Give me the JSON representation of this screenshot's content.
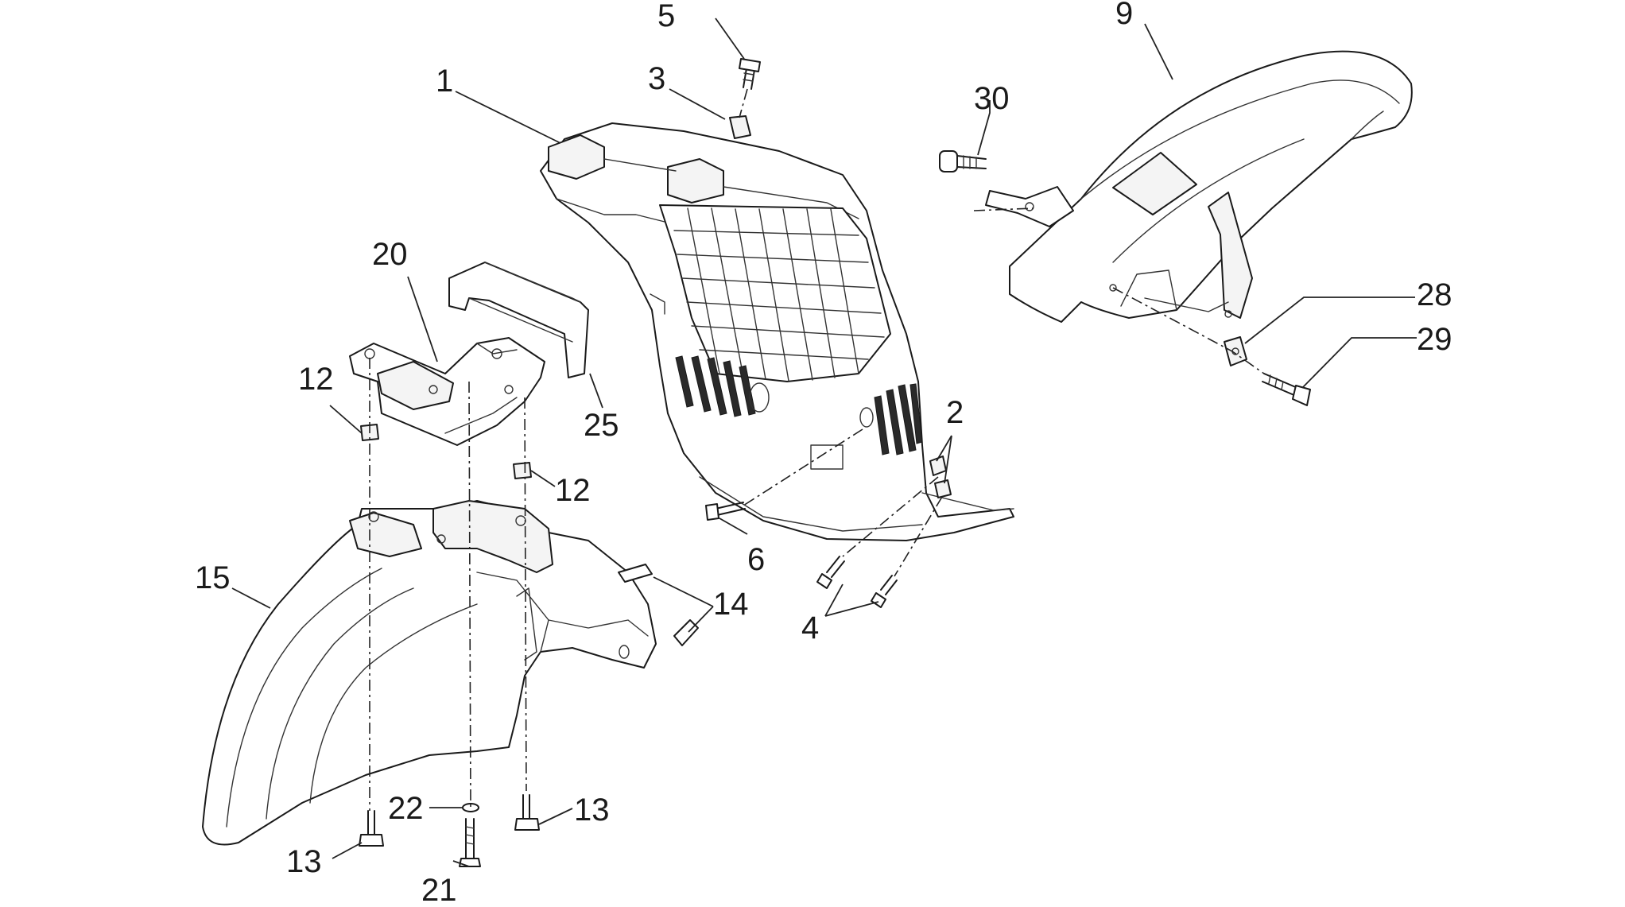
{
  "callouts": [
    {
      "id": "c1",
      "label": "1"
    },
    {
      "id": "c2",
      "label": "2"
    },
    {
      "id": "c3",
      "label": "3"
    },
    {
      "id": "c4",
      "label": "4"
    },
    {
      "id": "c5",
      "label": "5"
    },
    {
      "id": "c6",
      "label": "6"
    },
    {
      "id": "c9",
      "label": "9"
    },
    {
      "id": "c12a",
      "label": "12"
    },
    {
      "id": "c12b",
      "label": "12"
    },
    {
      "id": "c13a",
      "label": "13"
    },
    {
      "id": "c13b",
      "label": "13"
    },
    {
      "id": "c14",
      "label": "14"
    },
    {
      "id": "c15",
      "label": "15"
    },
    {
      "id": "c20",
      "label": "20"
    },
    {
      "id": "c21",
      "label": "21"
    },
    {
      "id": "c22",
      "label": "22"
    },
    {
      "id": "c25",
      "label": "25"
    },
    {
      "id": "c28",
      "label": "28"
    },
    {
      "id": "c29",
      "label": "29"
    },
    {
      "id": "c30",
      "label": "30"
    }
  ]
}
